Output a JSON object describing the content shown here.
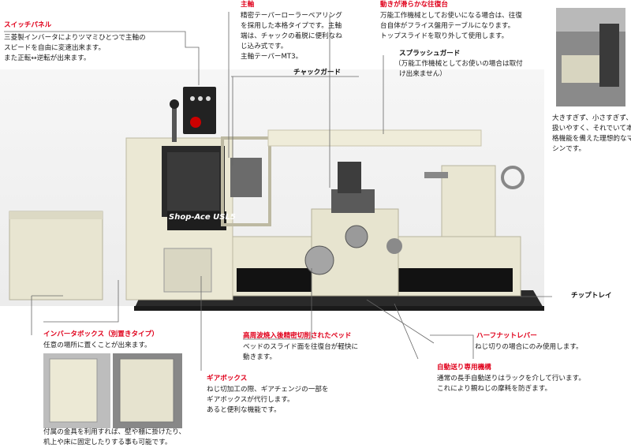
{
  "switch_panel": {
    "title": "スイッチパネル",
    "lines": [
      "三菱製インバータによりツマミひとつで主軸の",
      "スピードを自由に変速出来ます。",
      "また正転↔逆転が出来ます。"
    ]
  },
  "spindle": {
    "title": "主軸",
    "lines": [
      "精密テーパーローラーベアリング",
      "を採用した本格タイプです。主軸",
      "端は、チャックの着脱に便利なね",
      "じ込み式です。",
      "主軸テーパーMT3。"
    ]
  },
  "carriage": {
    "title": "動きが滑らかな往復台",
    "lines": [
      "万能工作機械としてお使いになる場合は、往復",
      "台自体がフライス盤用テーブルになります。",
      "トップスライドを取り外して使用します。"
    ]
  },
  "chuck_guard": {
    "title": "チャックガード"
  },
  "splash_guard": {
    "title": "スプラッシュガード",
    "lines": [
      "（万能工作機械としてお使いの場合は取付",
      "け出来ません）"
    ]
  },
  "photo_caption": {
    "lines": [
      "大きすぎず、小さすぎず、",
      "扱いやすく、それでいて本",
      "格機能を備えた理想的なマ",
      "シンです。"
    ]
  },
  "chip_tray": {
    "title": "チップトレイ"
  },
  "inverter_box": {
    "title": "インバータボックス（別置きタイプ）",
    "lines": [
      "任意の場所に置くことが出来ます。"
    ],
    "bottom_lines": [
      "付属の金具を利用すれば、壁や棚に掛けたり、",
      "机上や床に固定したりする事も可能です。"
    ]
  },
  "bed": {
    "title": "高周波焼入後精密切削されたベッド",
    "lines": [
      "ベッドのスライド面を往復台が軽快に",
      "動きます。"
    ]
  },
  "half_nut": {
    "title": "ハーフナットレバー",
    "lines": [
      "ねじ切りの場合にのみ使用します。"
    ]
  },
  "gear_box": {
    "title": "ギアボックス",
    "lines": [
      "ねじ切加工の際、ギアチェンジの一部を",
      "ギアボックスが代行します。",
      "あると便利な機能です。"
    ]
  },
  "auto_feed": {
    "title": "自動送り専用機構",
    "lines": [
      "通常の長手自動送りはラックを介して行います。",
      "これにより親ねじの摩耗を防ぎます。"
    ]
  },
  "machine": {
    "brand": "Shop-Ace",
    "model": "USL5"
  },
  "colors": {
    "accent": "#e0001b",
    "machine_body": "#ece9d6",
    "background_wall": "#f4f4f4"
  }
}
